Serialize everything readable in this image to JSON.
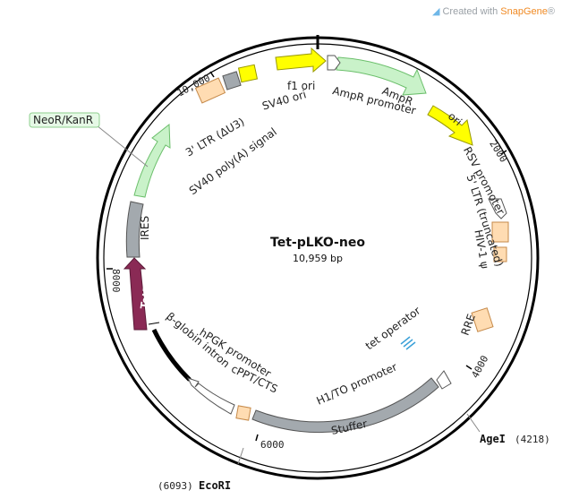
{
  "credit": {
    "prefix": "Created with ",
    "brand": "SnapGene",
    "reg": "®"
  },
  "plasmid": {
    "name": "Tet-pLKO-neo",
    "length": "10,959 bp"
  },
  "ticks": [
    "2000",
    "4000",
    "6000",
    "8000",
    "10,000"
  ],
  "features": {
    "neor": "NeoR/KanR",
    "ires": "IRES",
    "tetr": "TetR",
    "ltr3": "3' LTR (ΔU3)",
    "sv40polya": "SV40 poly(A) signal",
    "sv40ori": "SV40 ori",
    "f1ori": "f1 ori",
    "amprprom": "AmpR promoter",
    "ampr": "AmpR",
    "ori": "ori",
    "rsv": "RSV promoter",
    "ltr5": "5' LTR (truncated)",
    "hiv": "HIV-1 ψ",
    "rre": "RRE",
    "tetop": "tet operator",
    "h1to": "H1/TO promoter",
    "stuffer": "Stuffer",
    "cppt": "cPPT/CTS",
    "hpgk": "hPGK promoter",
    "bglobin": "β-globin intron"
  },
  "sites": {
    "agei_name": "AgeI",
    "agei_pos": "(4218)",
    "ecori_name": "EcoRI",
    "ecori_pos": "(6093)"
  },
  "colors": {
    "arc_green": "#c9f2c9",
    "arc_green_stroke": "#6bbf6b",
    "yellow": "#ffff00",
    "peach": "#ffdcb2",
    "grey": "#a3a9ae",
    "tetr": "#8a2a55",
    "blue_op": "#3aa0d8"
  }
}
